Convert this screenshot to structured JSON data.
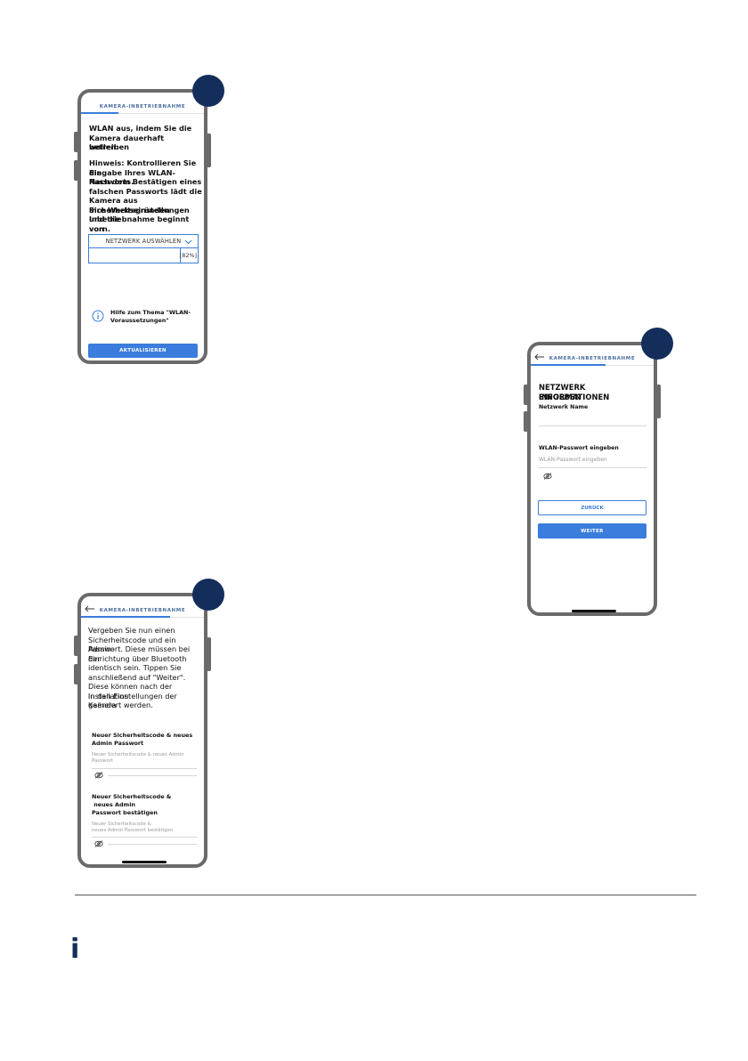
{
  "phone1": {
    "app_title": "KAMERA-INBETRIEBNAHME",
    "text_line1": "WLAN aus, indem Sie die",
    "text_line2": "Kamera dauerhaft betreiben",
    "text_line3": "wollen.",
    "hint_lines": [
      "Hinweis: Kontrollieren Sie die",
      "Eingabe Ihres WLAN-Passworts.",
      "Nach dem Bestätigen eines",
      "falschen Passworts lädt die",
      "Kamera aus Sicherheitsgründen",
      "ihre Werkseinstellungen und die",
      "Inbetriebnahme beginnt von",
      "vorn."
    ],
    "network_select_label": "NETZWERK AUSWÄHLEN",
    "signal_value": "[82%]",
    "help_line1": "Hilfe zum Thema \"WLAN-",
    "help_line2": "Voraussetzungen\"",
    "update_button": "AKTUALISIEREN"
  },
  "phone2": {
    "app_title": "KAMERA-INBETRIEBNAHME",
    "heading_line1": "NETZWERK INFORMATIONEN",
    "heading_line2": "EINGEBEN",
    "network_name_label": "Netzwerk Name",
    "wifi_password_label": "WLAN-Passwort eingeben",
    "wifi_password_placeholder": "WLAN-Passwort eingeben",
    "back_button": "ZURÜCK",
    "next_button": "WEITER"
  },
  "phone3": {
    "app_title": "KAMERA-INBETRIEBNAHME",
    "intro_lines": [
      "Vergeben Sie nun einen",
      "Sicherheitscode und ein Admin-",
      "Passwort. Diese müssen bei der",
      "Einrichtung über Bluetooth",
      "identisch sein. Tippen Sie",
      "anschließend auf \"Weiter\".",
      "Diese können nach der Installation",
      "in den Einstellungen der Kamera",
      "geändert werden."
    ],
    "field1_label_line1": "Neuer Sicherheitscode & neues",
    "field1_label_line2": "Admin Passwort",
    "field1_placeholder_line1": "Neuer Sicherheitscode & neues Admin",
    "field1_placeholder_line2": "Passwort",
    "field2_label_line1": "Neuer Sicherheitscode &",
    "field2_label_line2": " neues Admin",
    "field2_label_line3": "Passwort bestätigen",
    "field2_placeholder_line1": "Neuer Sicherheitscode &",
    "field2_placeholder_line2": "neues Admin Passwort bestätigen"
  },
  "footer": {
    "info_glyph": "i"
  },
  "colors": {
    "accent": "#3b7ddd",
    "marker": "#132e5b",
    "frame": "#6a6a6a"
  }
}
